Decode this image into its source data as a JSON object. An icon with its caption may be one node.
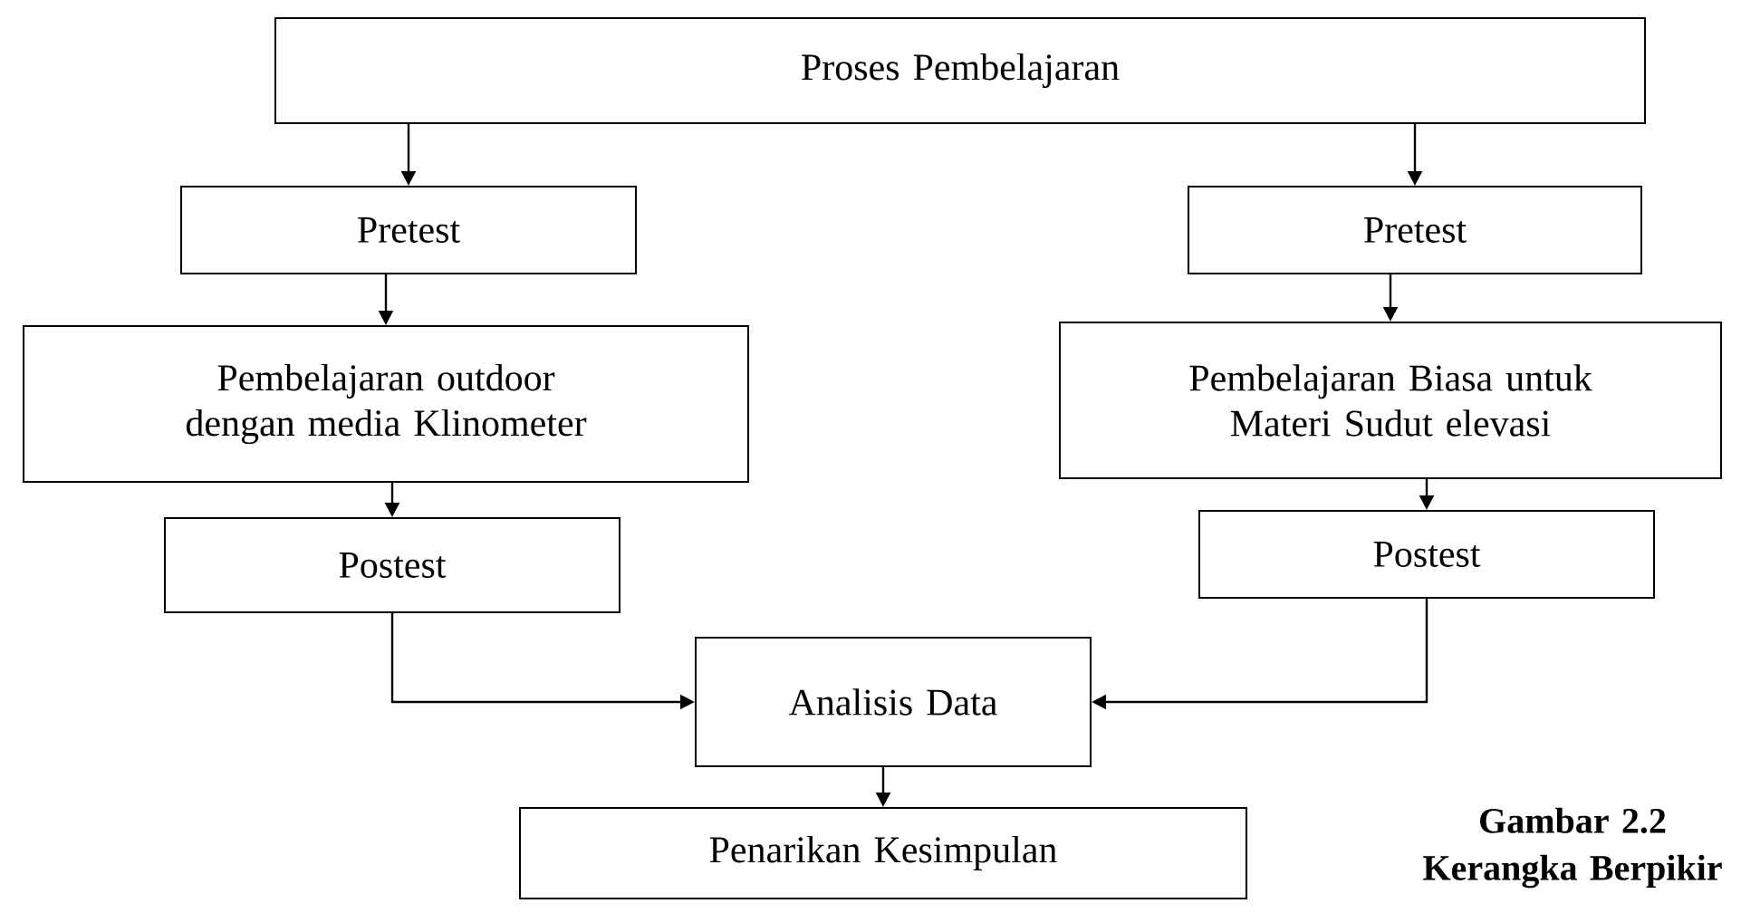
{
  "diagram": {
    "caption": "Gambar 2.2 Kerangka Berpikir",
    "nodes": [
      {
        "text": [
          "Proses Pembelajaran"
        ]
      },
      {
        "text": [
          "Pretest"
        ]
      },
      {
        "text": [
          "Pretest"
        ]
      },
      {
        "text": [
          "Pembelajaran outdoor dengan media Klinometer"
        ]
      },
      {
        "text": [
          "Pembelajaran Biasa untuk Materi Sudut elevasi"
        ]
      },
      {
        "text": [
          "Postest"
        ]
      },
      {
        "text": [
          "Postest"
        ]
      },
      {
        "text": [
          "Analisis Data"
        ]
      },
      {
        "text": [
          "Penarikan Kesimpulan"
        ]
      }
    ],
    "edges": [
      {
        "from": 0,
        "to": 1,
        "arrow": "to"
      },
      {
        "from": 0,
        "to": 2,
        "arrow": "to"
      },
      {
        "from": 1,
        "to": 3,
        "arrow": "to"
      },
      {
        "from": 2,
        "to": 4,
        "arrow": "to"
      },
      {
        "from": 3,
        "to": 5,
        "arrow": "to"
      },
      {
        "from": 4,
        "to": 6,
        "arrow": "to"
      },
      {
        "from": 5,
        "to": 7,
        "arrow": "to"
      },
      {
        "from": 6,
        "to": 7,
        "arrow": "to"
      },
      {
        "from": 7,
        "to": 8,
        "arrow": "to"
      }
    ]
  }
}
